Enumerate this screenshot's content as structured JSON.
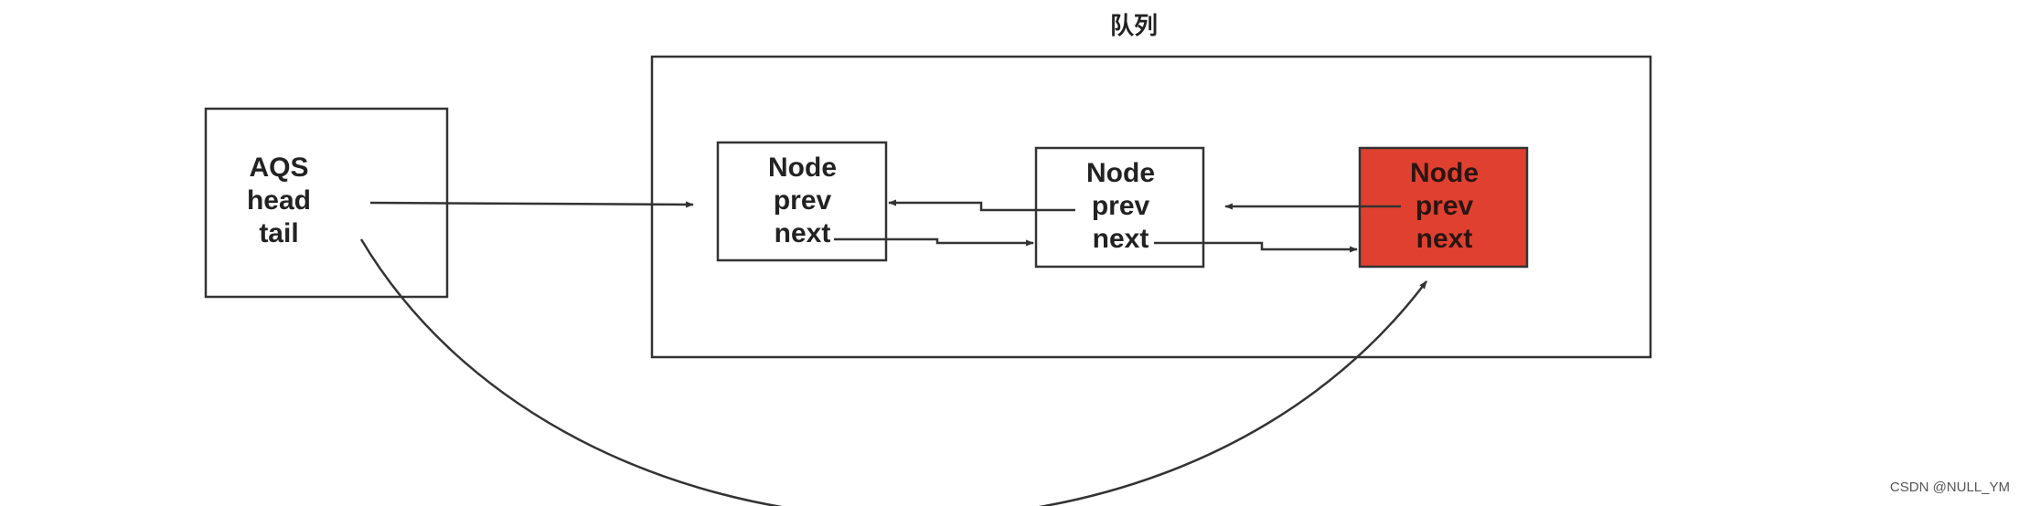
{
  "queue": {
    "title": "队列"
  },
  "aqs": {
    "lines": [
      "AQS",
      "head",
      "tail"
    ]
  },
  "nodes": [
    {
      "lines": [
        "Node",
        "prev",
        "next"
      ],
      "fill": "#ffffff",
      "highlighted": false
    },
    {
      "lines": [
        "Node",
        "prev",
        "next"
      ],
      "fill": "#ffffff",
      "highlighted": false
    },
    {
      "lines": [
        "Node",
        "prev",
        "next"
      ],
      "fill": "#e04030",
      "highlighted": true
    }
  ],
  "colors": {
    "stroke": "#333333",
    "tail_node_fill": "#e04030"
  },
  "watermark": "CSDN @NULL_YM"
}
